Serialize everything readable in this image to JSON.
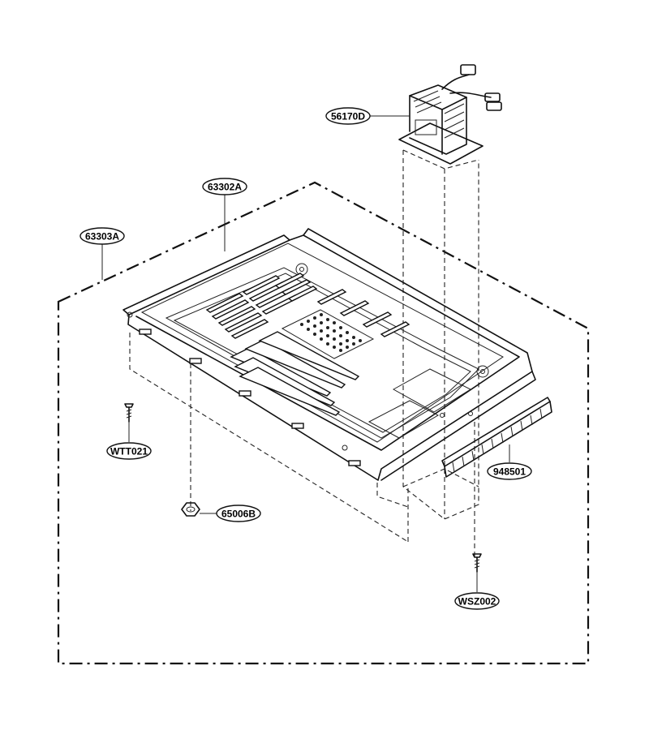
{
  "parts": [
    {
      "id": "p1",
      "label": "56170D"
    },
    {
      "id": "p2",
      "label": "63302A"
    },
    {
      "id": "p3",
      "label": "63303A"
    },
    {
      "id": "p4",
      "label": "WTT021"
    },
    {
      "id": "p5",
      "label": "65006B"
    },
    {
      "id": "p6",
      "label": "948501"
    },
    {
      "id": "p7",
      "label": "WSZ002"
    }
  ]
}
